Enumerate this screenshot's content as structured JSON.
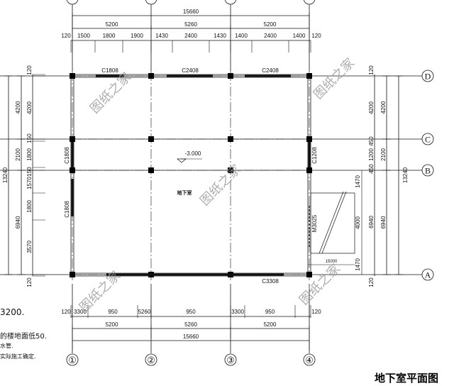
{
  "title": "地下室平面图",
  "notes": [
    "3200.",
    "的楼地面低50.",
    "水管.",
    "实际施工确定."
  ],
  "watermark": "图纸之家",
  "axes": {
    "columns": [
      "①",
      "②",
      "③",
      "④"
    ],
    "rows": [
      "D",
      "C",
      "B",
      "A"
    ]
  },
  "top_dims": {
    "total": "15660",
    "bays": [
      "5200",
      "5260",
      "5200"
    ],
    "detail": [
      "120",
      "1500",
      "1800",
      "1900",
      "1430",
      "2400",
      "1430",
      "1400",
      "2400",
      "1400",
      "120"
    ]
  },
  "bottom_dims": {
    "total": "15660",
    "bays": [
      "5200",
      "5260",
      "5200"
    ],
    "detail": [
      "120",
      "3300",
      "950",
      "5260",
      "950",
      "3300",
      "950",
      "120"
    ]
  },
  "left_dims": {
    "total": "13240",
    "bays": [
      "4200",
      "2100",
      "6940"
    ],
    "detail": [
      "120",
      "4200",
      "150",
      "1800",
      "150",
      "1570",
      "1800",
      "3570",
      "120"
    ]
  },
  "right_dims": {
    "total": "13240",
    "bays": [
      "4200",
      "2100",
      "6940"
    ],
    "detail": [
      "120",
      "4200",
      "450",
      "1200",
      "450",
      "6940",
      "120"
    ],
    "ramp": [
      "1470",
      "4000",
      "1470",
      "15000"
    ]
  },
  "windows": [
    "C1808",
    "C2408",
    "C2408",
    "C1808",
    "C1808",
    "C1208",
    "C3308"
  ],
  "door": "M3025",
  "room_label": "地下室",
  "elevation": "-3.000"
}
